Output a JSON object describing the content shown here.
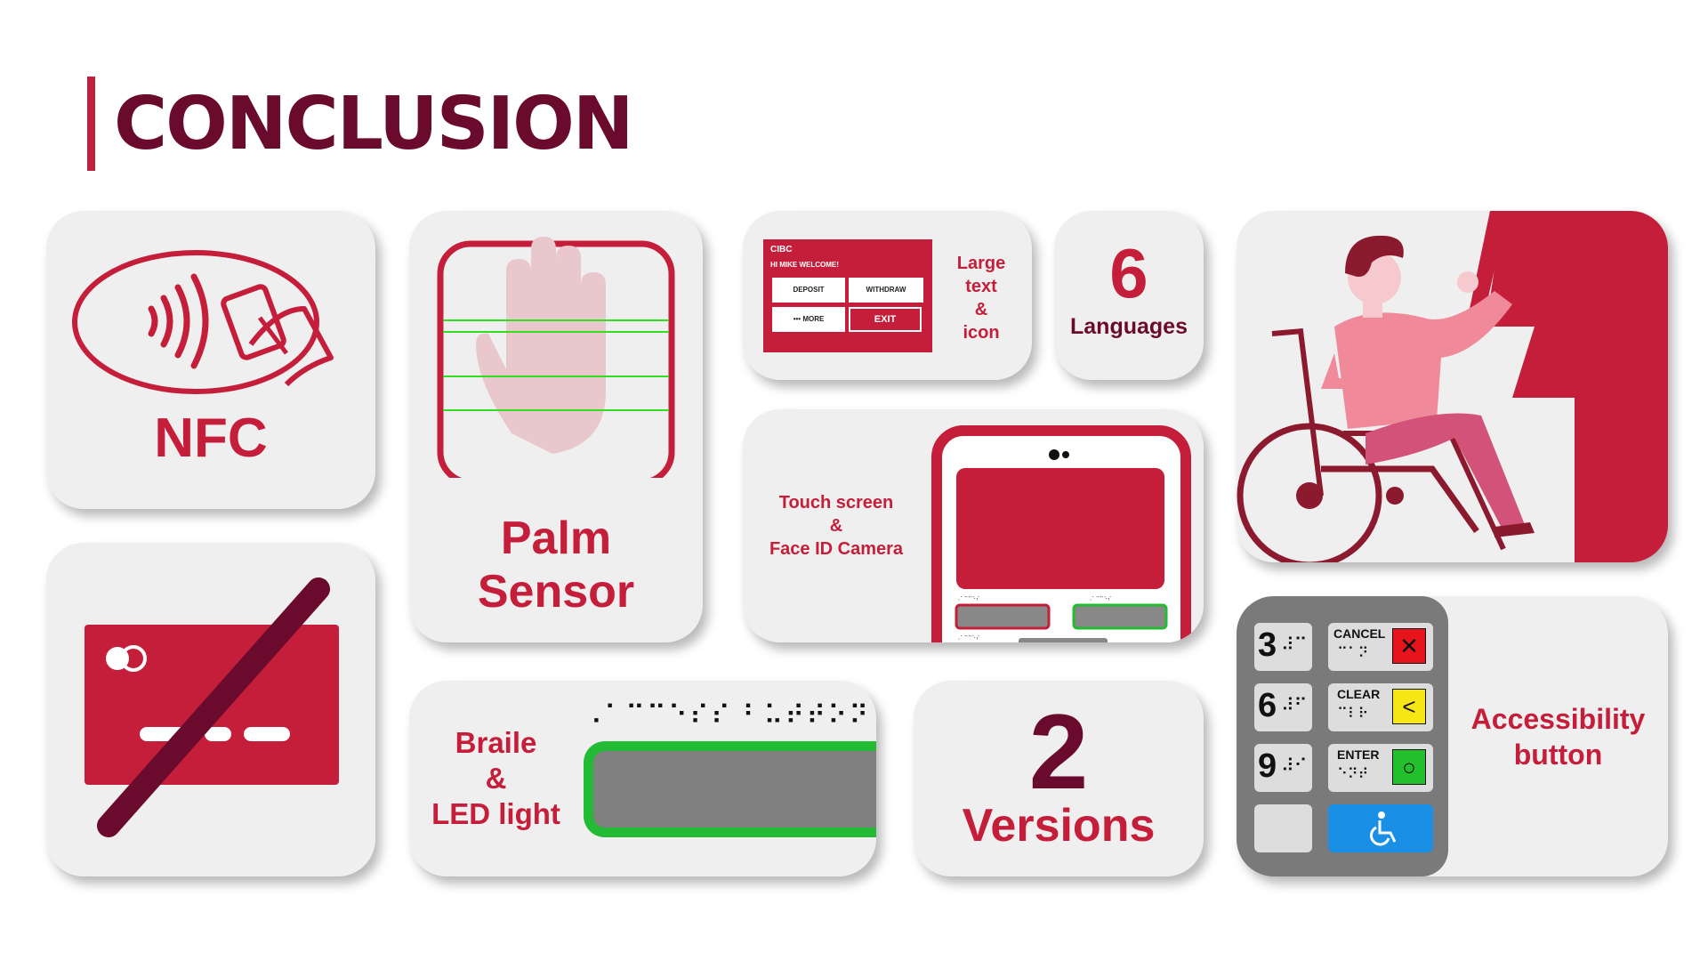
{
  "title": "CONCLUSION",
  "colors": {
    "accent_red": "#c41e3a",
    "maroon": "#6a0a2c",
    "card_bg": "#efefef",
    "led_green": "#22bb33"
  },
  "cards": {
    "nfc": {
      "label": "NFC",
      "icon": "contactless-payment-icon"
    },
    "no_card": {
      "icon": "no-card-icon"
    },
    "palm": {
      "line1": "Palm",
      "line2": "Sensor",
      "icon": "palm-scan-icon"
    },
    "large_text": {
      "line1": "Large",
      "line2": "text",
      "line3": "&",
      "line4": "icon",
      "screen": {
        "brand": "CIBC",
        "welcome": "HI MIKE WELCOME!",
        "buttons": [
          "DEPOSIT",
          "WITHDRAW",
          "••• MORE",
          "EXIT"
        ]
      }
    },
    "languages": {
      "number": "6",
      "label": "Languages"
    },
    "touch": {
      "line1": "Touch screen",
      "line2": "&",
      "line3": "Face ID Camera",
      "icon": "atm-screen-icon"
    },
    "braile": {
      "line1": "Braile",
      "line2": "&",
      "line3": "LED light",
      "braille_text": "⠠⠁⠉⠉⠑⠎⠎ ⠃⠥⠞⠞⠕⠝"
    },
    "versions": {
      "number": "2",
      "label": "Versions"
    },
    "wheelchair": {
      "icon": "wheelchair-user-illustration"
    },
    "keypad": {
      "keys": [
        {
          "digit": "3",
          "braille": "⠼⠉"
        },
        {
          "digit": "6",
          "braille": "⠼⠋"
        },
        {
          "digit": "9",
          "braille": "⠼⠊"
        }
      ],
      "actions": [
        {
          "label": "CANCEL",
          "color": "#e8141c",
          "symbol": "✕"
        },
        {
          "label": "CLEAR",
          "color": "#f5e614",
          "symbol": "<"
        },
        {
          "label": "ENTER",
          "color": "#22c02a",
          "symbol": "○"
        }
      ],
      "accessibility_key_color": "#1a8fe6",
      "label_line1": "Accessibility",
      "label_line2": "button"
    }
  }
}
